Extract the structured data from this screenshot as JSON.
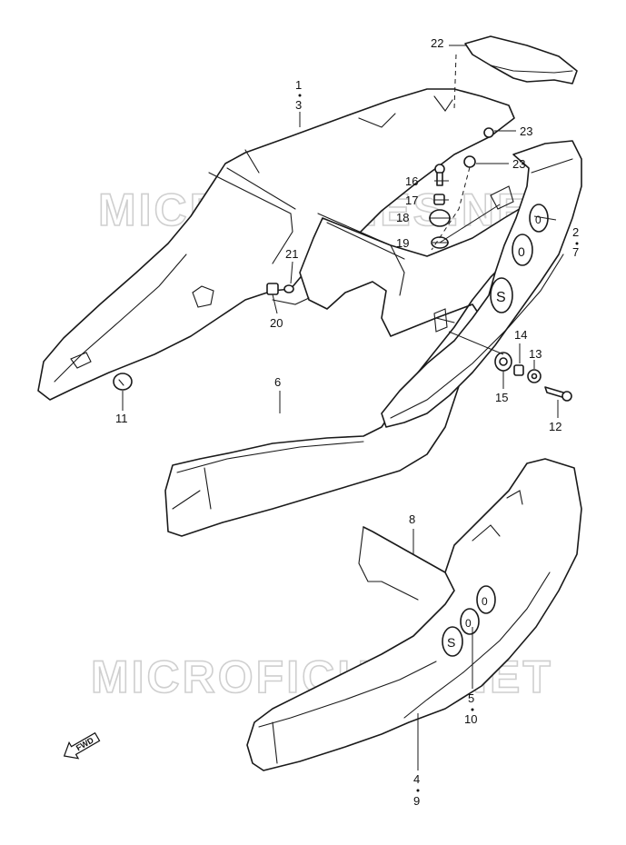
{
  "watermarks": [
    "MICROFICHES.NET",
    "MICROFICHES.NET"
  ],
  "direction_label": "FWD",
  "callouts": {
    "c1": "1",
    "c3": "3",
    "c2": "2",
    "c7": "7",
    "c4": "4",
    "c9": "9",
    "c5": "5",
    "c10": "10",
    "c6": "6",
    "c8": "8",
    "c11": "11",
    "c12": "12",
    "c13": "13",
    "c14": "14",
    "c15": "15",
    "c16": "16",
    "c17": "17",
    "c18": "18",
    "c19": "19",
    "c20": "20",
    "c21": "21",
    "c22": "22",
    "c23a": "23",
    "c23b": "23"
  }
}
